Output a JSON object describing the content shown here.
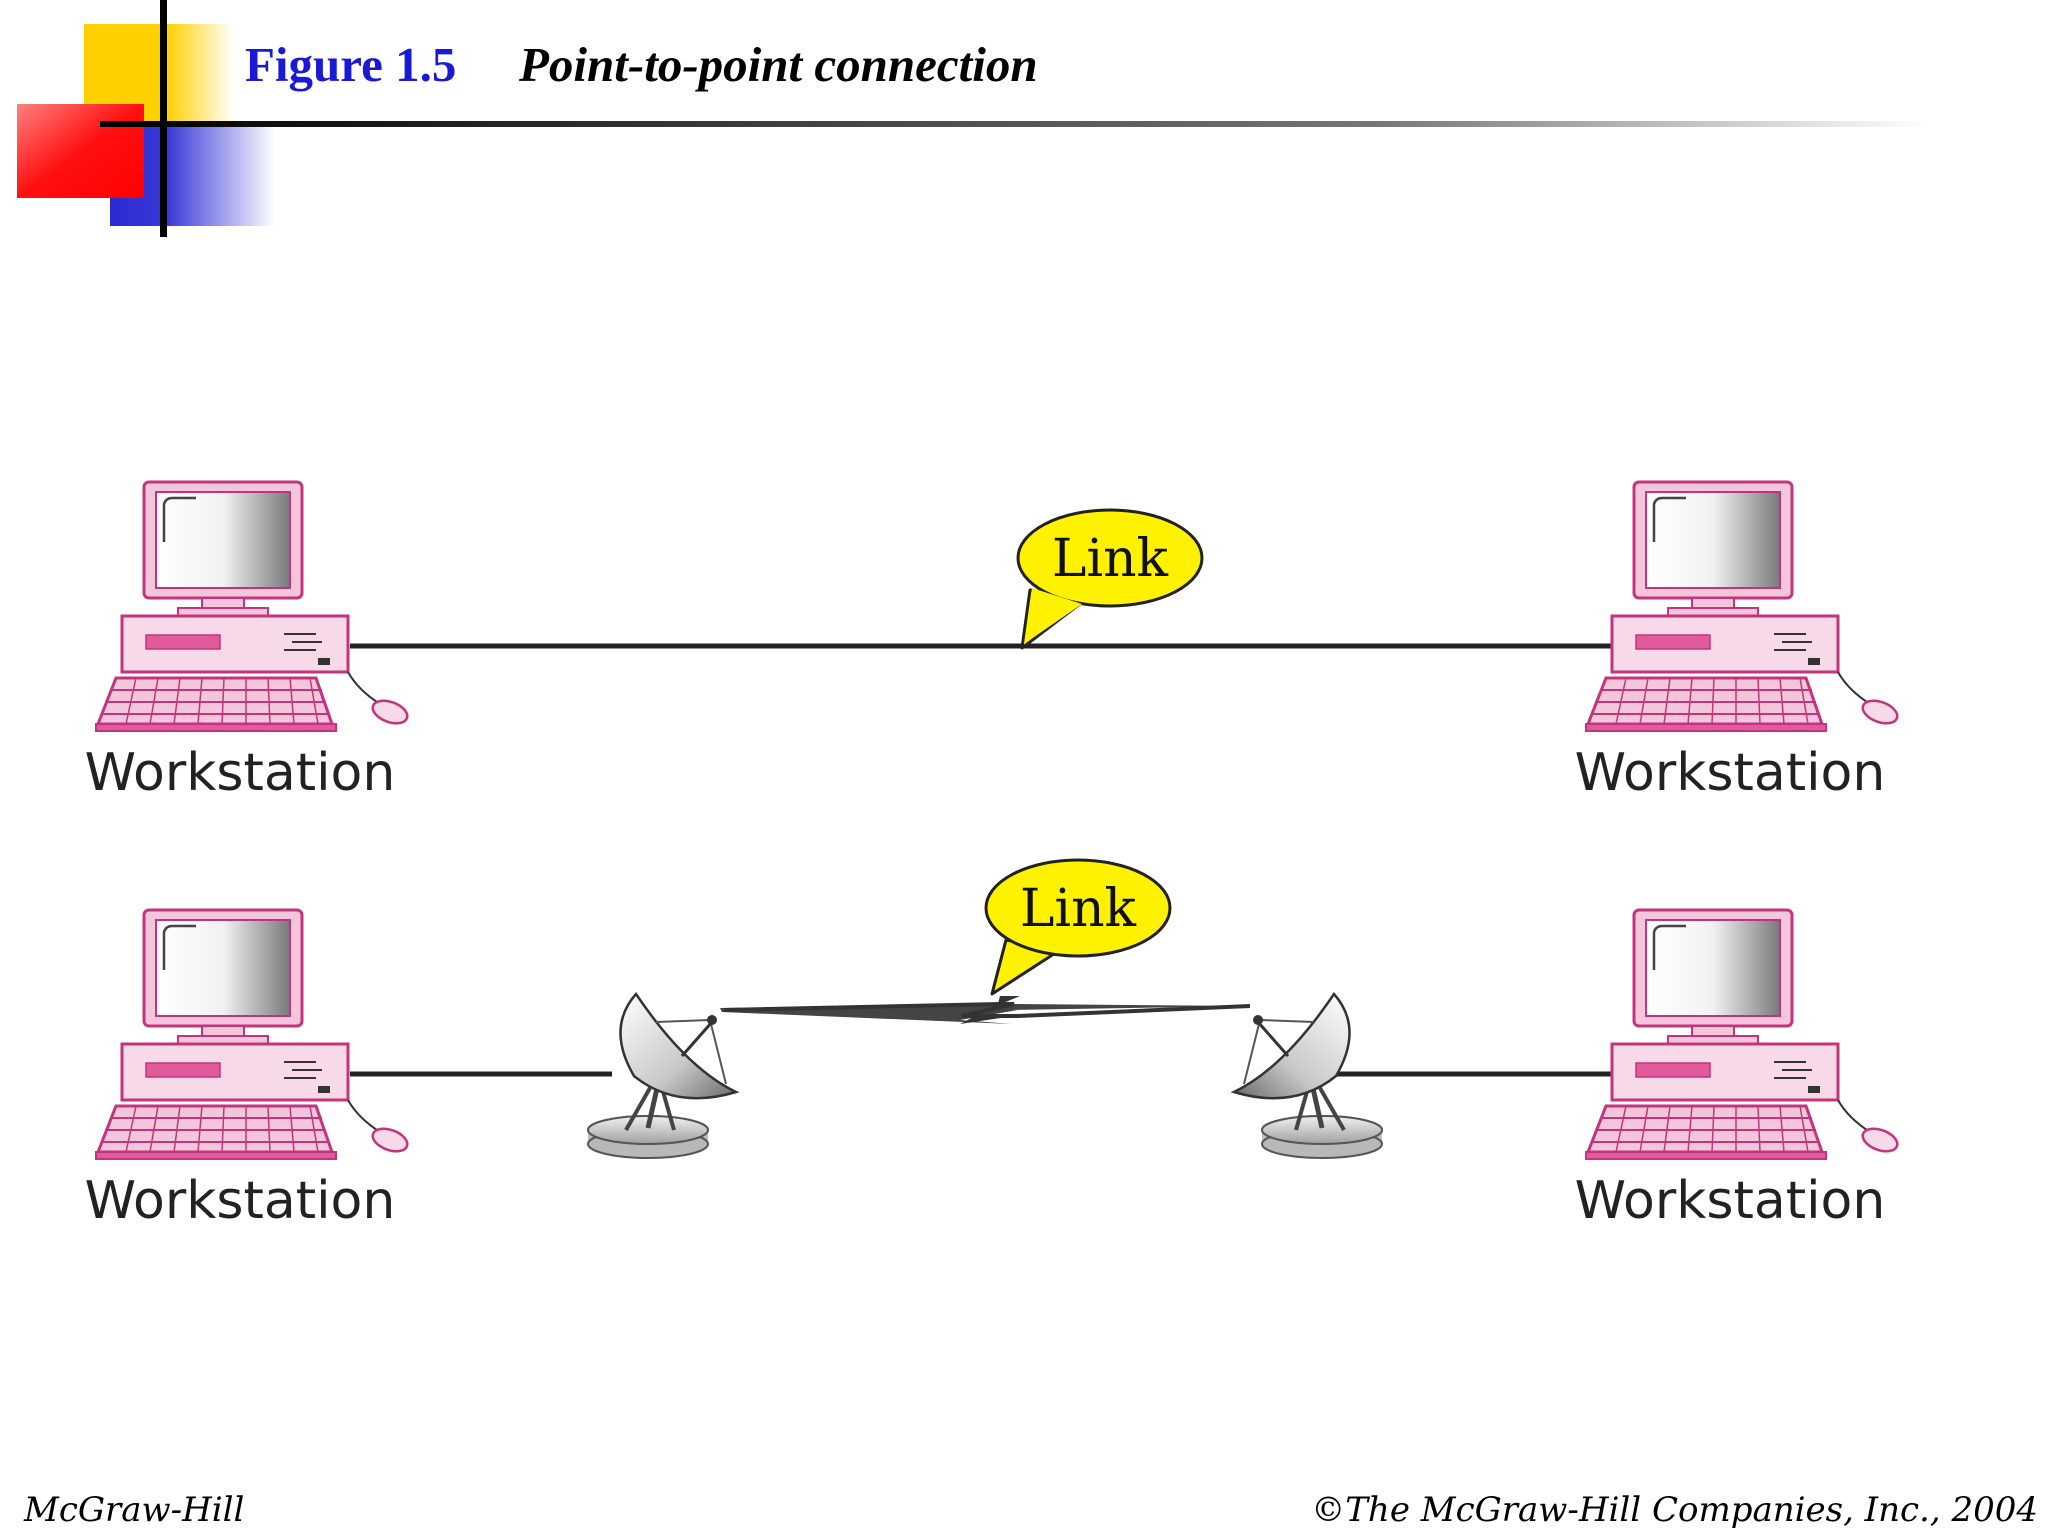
{
  "slide": {
    "figure_number": "Figure 1.5",
    "figure_caption": "Point-to-point connection",
    "title_color": "#1a1ad6"
  },
  "diagram": {
    "top_row": {
      "left_label": "Workstation",
      "right_label": "Workstation",
      "link_label": "Link",
      "medium": "cable"
    },
    "bottom_row": {
      "left_label": "Workstation",
      "right_label": "Workstation",
      "link_label": "Link",
      "medium": "microwave"
    },
    "colors": {
      "computer_pink": "#f4c6dc",
      "computer_outline": "#c2357e",
      "callout_yellow": "#fff200"
    },
    "icons": [
      "workstation-icon",
      "satellite-dish-icon",
      "lightning-link-icon",
      "callout-bubble-icon"
    ]
  },
  "footer": {
    "publisher": "McGraw-Hill",
    "copyright": "©The McGraw-Hill Companies, Inc., 2004"
  }
}
